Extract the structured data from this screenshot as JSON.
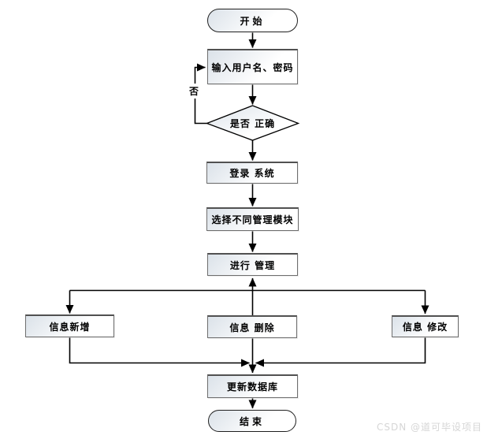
{
  "colors": {
    "line": "#000000",
    "node-border": "#6e6e6e",
    "node-border-top": "#515151",
    "node-fill-a": "#dbe2e9",
    "terminator-border": "#1f1f1f",
    "text": "#000000",
    "watermark": "#d6d6d6"
  },
  "flowchart": {
    "nodes": {
      "start": {
        "label": "开始",
        "type": "terminator"
      },
      "input": {
        "label": "输入用户名、密码",
        "type": "process"
      },
      "decision": {
        "label": "是否 正确",
        "type": "decision"
      },
      "login": {
        "label": "登录 系统",
        "type": "process"
      },
      "select_module": {
        "label": "选择不同管理模块",
        "type": "process"
      },
      "manage": {
        "label": "进行 管理",
        "type": "process"
      },
      "info_add": {
        "label": "信息新增",
        "type": "process"
      },
      "info_delete": {
        "label": "信息 删除",
        "type": "process"
      },
      "info_modify": {
        "label": "信息 修改",
        "type": "process"
      },
      "update_db": {
        "label": "更新数据库",
        "type": "process"
      },
      "end": {
        "label": "结束",
        "type": "terminator"
      }
    },
    "edge_labels": {
      "no": "否"
    }
  },
  "watermark": {
    "text": "CSDN @道可毕设项目"
  }
}
